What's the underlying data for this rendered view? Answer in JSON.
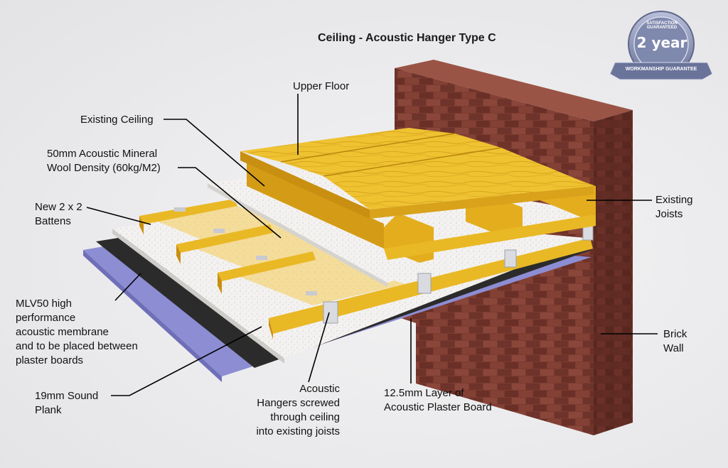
{
  "title": "Ceiling - Acoustic Hanger Type C",
  "badge": {
    "top_text": "SATISFACTION GUARANTEED",
    "main_text": "2 year",
    "ribbon_text": "WORKMANSHIP GUARANTEE"
  },
  "labels": {
    "upper_floor": "Upper Floor",
    "existing_ceiling": "Existing Ceiling",
    "mineral_wool": "50mm Acoustic Mineral\nWool Density (60kg/M2)",
    "battens": "New 2 x 2\nBattens",
    "membrane": "MLV50 high\nperformance\nacoustic membrane\nand to be placed between\nplaster boards",
    "sound_plank": "19mm Sound\nPlank",
    "hangers": "Acoustic\nHangers screwed\nthrough ceiling\ninto existing joists",
    "plaster_board": "12.5mm Layer of\nAcoustic Plaster Board",
    "joists": "Existing\nJoists",
    "brick_wall": "Brick\nWall"
  },
  "colors": {
    "timber": "#e9b825",
    "timber_dark": "#c98f10",
    "plaster": "#8e8ed2",
    "membrane": "#2b2b2b",
    "board": "#ececec",
    "brick": "#7a3a30",
    "badge": "#8a93b5"
  }
}
